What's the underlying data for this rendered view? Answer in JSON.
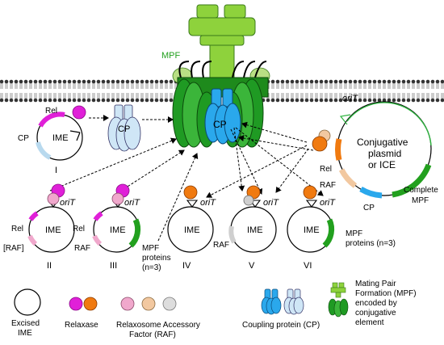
{
  "labels": {
    "mpf_top": "MPF",
    "cp_center": "CP",
    "rel": "Rel",
    "cp": "CP",
    "ime": "IME",
    "orit": "oriT",
    "raf": "RAF",
    "raf_bracket": "[RAF]",
    "mpf_proteins": "MPF",
    "mpf_proteins_2": "proteins",
    "mpf_proteins_3": "(n=3)",
    "mpf_proteins_inline": "proteins (n=3)",
    "plasmid_1": "Conjugative",
    "plasmid_2": "plasmid",
    "plasmid_3": "or ICE",
    "complete_1": "Complete",
    "complete_2": "MPF"
  },
  "numerals": [
    "I",
    "II",
    "III",
    "IV",
    "V",
    "VI"
  ],
  "legend": {
    "excised_1": "Excised",
    "excised_2": "IME",
    "relaxase": "Relaxase",
    "raf_1": "Relaxosome Accessory",
    "raf_2": "Factor (RAF)",
    "coupling": "Coupling protein (CP)",
    "mating_1": "Mating Pair",
    "mating_2": "Formation (MPF)",
    "mating_3": "encoded by",
    "mating_4": "conjugative",
    "mating_5": "element"
  },
  "colors": {
    "relaxase_magenta": "#e020d8",
    "relaxase_orange": "#f07a10",
    "raf_pink": "#f0a8cc",
    "raf_peach": "#f2c8a0",
    "raf_grey": "#cfcfcf",
    "mpf_green": "#22a01e",
    "mpf_light_green": "#8ed23c",
    "cp_blue": "#2aa8ec",
    "cp_light_blue": "#cfe6f6"
  }
}
